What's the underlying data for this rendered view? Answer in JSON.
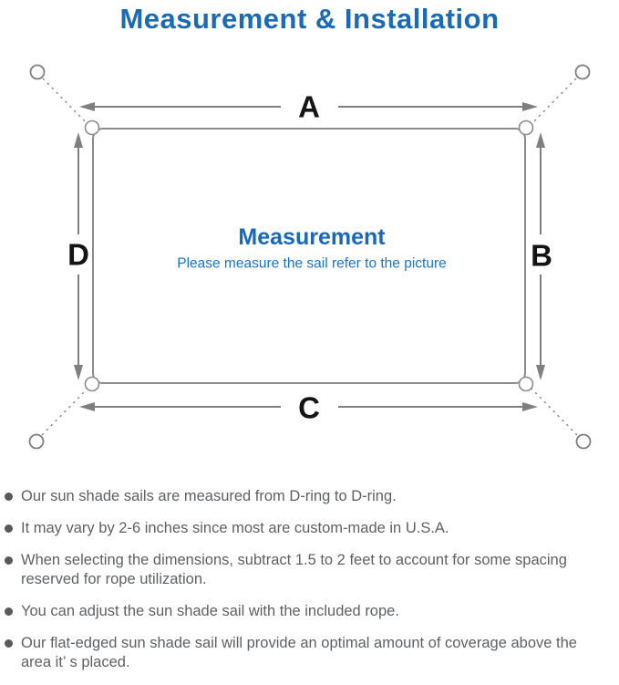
{
  "title": "Measurement & Installation",
  "diagram": {
    "heading": "Measurement",
    "subheading": "Please measure the sail refer to the picture",
    "labels": {
      "top": "A",
      "right": "B",
      "bottom": "C",
      "left": "D"
    },
    "anchor_icon": "d-ring-circle-icon",
    "corner_icon": "grommet-ring-icon",
    "colors": {
      "accent_blue": "#1a6bb7",
      "heading_blue": "#1769bd",
      "subheading_blue": "#1b74cb",
      "line_gray": "#8c8c8c",
      "arrow_gray": "#7f7f7f",
      "label_black": "#141414"
    }
  },
  "notes": {
    "bullet_icon": "bullet-dot-icon",
    "text_color": "#5e6164",
    "items": [
      "Our sun shade sails are measured from D-ring to D-ring.",
      "It may vary by 2-6 inches since most are custom-made in U.S.A.",
      "When selecting the dimensions, subtract 1.5 to 2 feet to account for some spacing reserved for rope utilization.",
      "You can adjust the sun shade sail with the included rope.",
      "Our flat-edged sun shade sail will provide an optimal amount of coverage above the area it’ s placed."
    ]
  }
}
